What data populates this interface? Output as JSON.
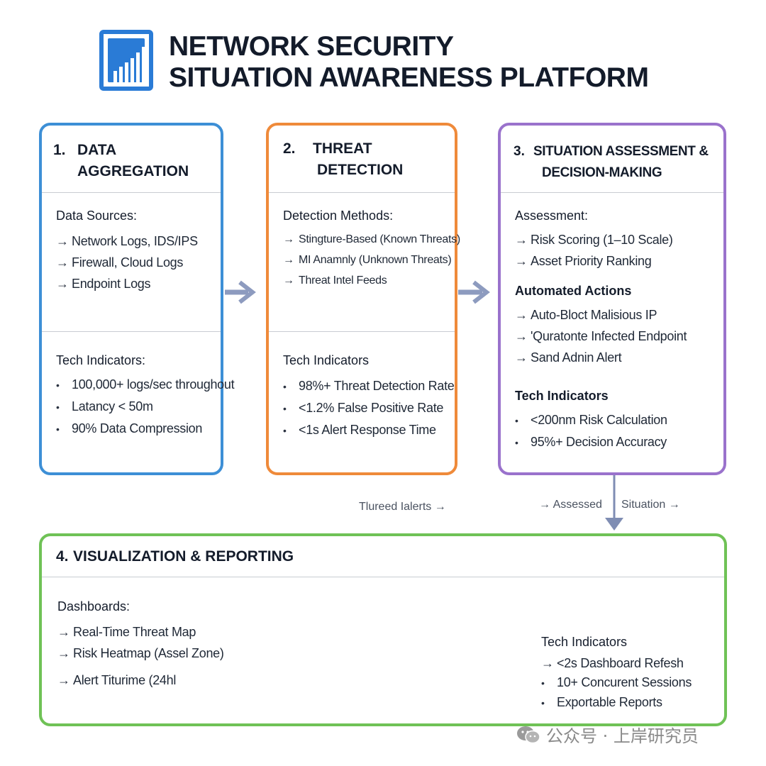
{
  "header": {
    "title_line1": "NETWORK SECURITY",
    "title_line2": "SITUATION AWARENESS PLATFORM",
    "logo_icon": "bar-chart-icon",
    "accent": "#2a7bd6"
  },
  "cards": [
    {
      "num": "1.",
      "title_line1": "DATA",
      "title_line2": "AGGREGATION",
      "color": "#3d8fd6",
      "section1": {
        "heading": "Data Sources:",
        "items": [
          "Network Logs, IDS/IPS",
          "Firewall, Cloud Logs",
          "Endpoint Logs"
        ]
      },
      "section2": {
        "heading": "Tech Indicators:",
        "items": [
          "100,000+ logs/sec throughout",
          "Latancy < 50m",
          "90% Data Compression"
        ]
      }
    },
    {
      "num": "2.",
      "title_line1": "THREAT",
      "title_line2": "DETECTION",
      "color": "#ef8a3a",
      "section1": {
        "heading": "Detection Methods:",
        "items": [
          "Stingture-Based (Known Threats)",
          "MI Anamnly (Unknown Threats)",
          "Threat Intel Feeds"
        ]
      },
      "section2": {
        "heading": "Tech Indicators",
        "items": [
          "98%+ Threat Detection Rate",
          "<1.2% False Positive Rate",
          "<1s Alert Response Time"
        ]
      }
    },
    {
      "num": "3.",
      "title_line1": "SITUATION ASSESSMENT &",
      "title_line2": "DECISION-MAKING",
      "color": "#9a72cc",
      "section1": {
        "heading": "Assessment:",
        "items": [
          "Risk Scoring (1–10 Scale)",
          "Asset Priority Ranking"
        ]
      },
      "section2": {
        "heading": "Automated Actions",
        "items": [
          "Auto-Bloct Malisious IP",
          "'Quratonte Infected Endpoint",
          "Sand Adnin Alert"
        ]
      },
      "section3": {
        "heading": "Tech Indicators",
        "items": [
          "<200nm Risk Calculation",
          "95%+ Decision Accuracy"
        ]
      }
    },
    {
      "num": "4.",
      "title_line1": "VISUALIZATION & REPORTING",
      "color": "#6fc256",
      "section1": {
        "heading": "Dashboards:",
        "items": [
          "Real-Time Threat Map",
          "Risk Heatmap (Assel Zone)",
          "Alert Titurime (24hl"
        ]
      },
      "section2": {
        "heading": "Tech Indicators",
        "items": [
          "<2s Dashboard Refesh",
          "10+ Concurent Sessions",
          "Exportable Reports"
        ]
      }
    }
  ],
  "flow": {
    "label_alerts": "Tlureed Ialerts →",
    "label_assessed": "→ Assessed",
    "label_situation": "Situation →",
    "arrow_color": "#8d9bbf"
  },
  "watermark": {
    "text": "公众号 · 上岸研究员",
    "icon": "wechat-icon"
  }
}
